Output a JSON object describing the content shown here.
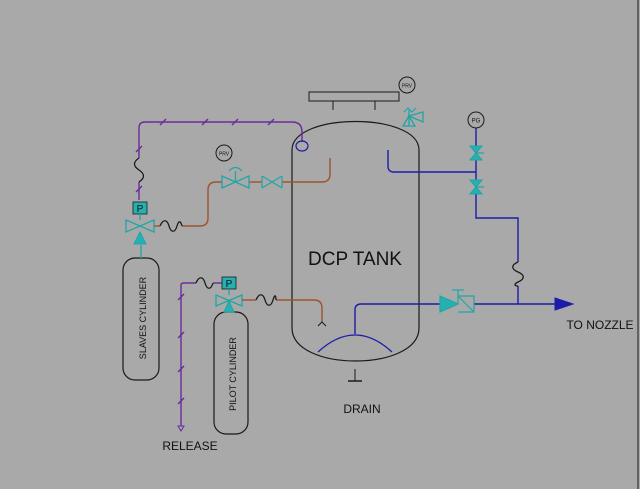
{
  "diagram": {
    "background": "#a9a9a9",
    "colors": {
      "outline": "#1a1a1a",
      "purple_line": "#6a2c9a",
      "orange_line": "#a0522d",
      "blue_line": "#1c1ca8",
      "valve_teal": "#1fa6a6",
      "valve_fill": "#27b0b0"
    },
    "labels": {
      "tank": "DCP TANK",
      "drain": "DRAIN",
      "to_nozzle": "TO NOZZLE",
      "release": "RELEASE",
      "slaves_cylinder": "SLAVES CYLINDER",
      "pilot_cylinder": "PILOT CYLINDER",
      "prv_top": "PRV",
      "prv_mid": "PRV",
      "pg": "PG",
      "p_slave": "P",
      "p_pilot": "P"
    },
    "icons": [
      "relief-valve-icon",
      "check-valve-icon",
      "gate-valve-icon",
      "pressure-regulator-icon",
      "flexible-hose-icon",
      "pressure-gauge-icon",
      "flow-arrow-icon"
    ]
  }
}
